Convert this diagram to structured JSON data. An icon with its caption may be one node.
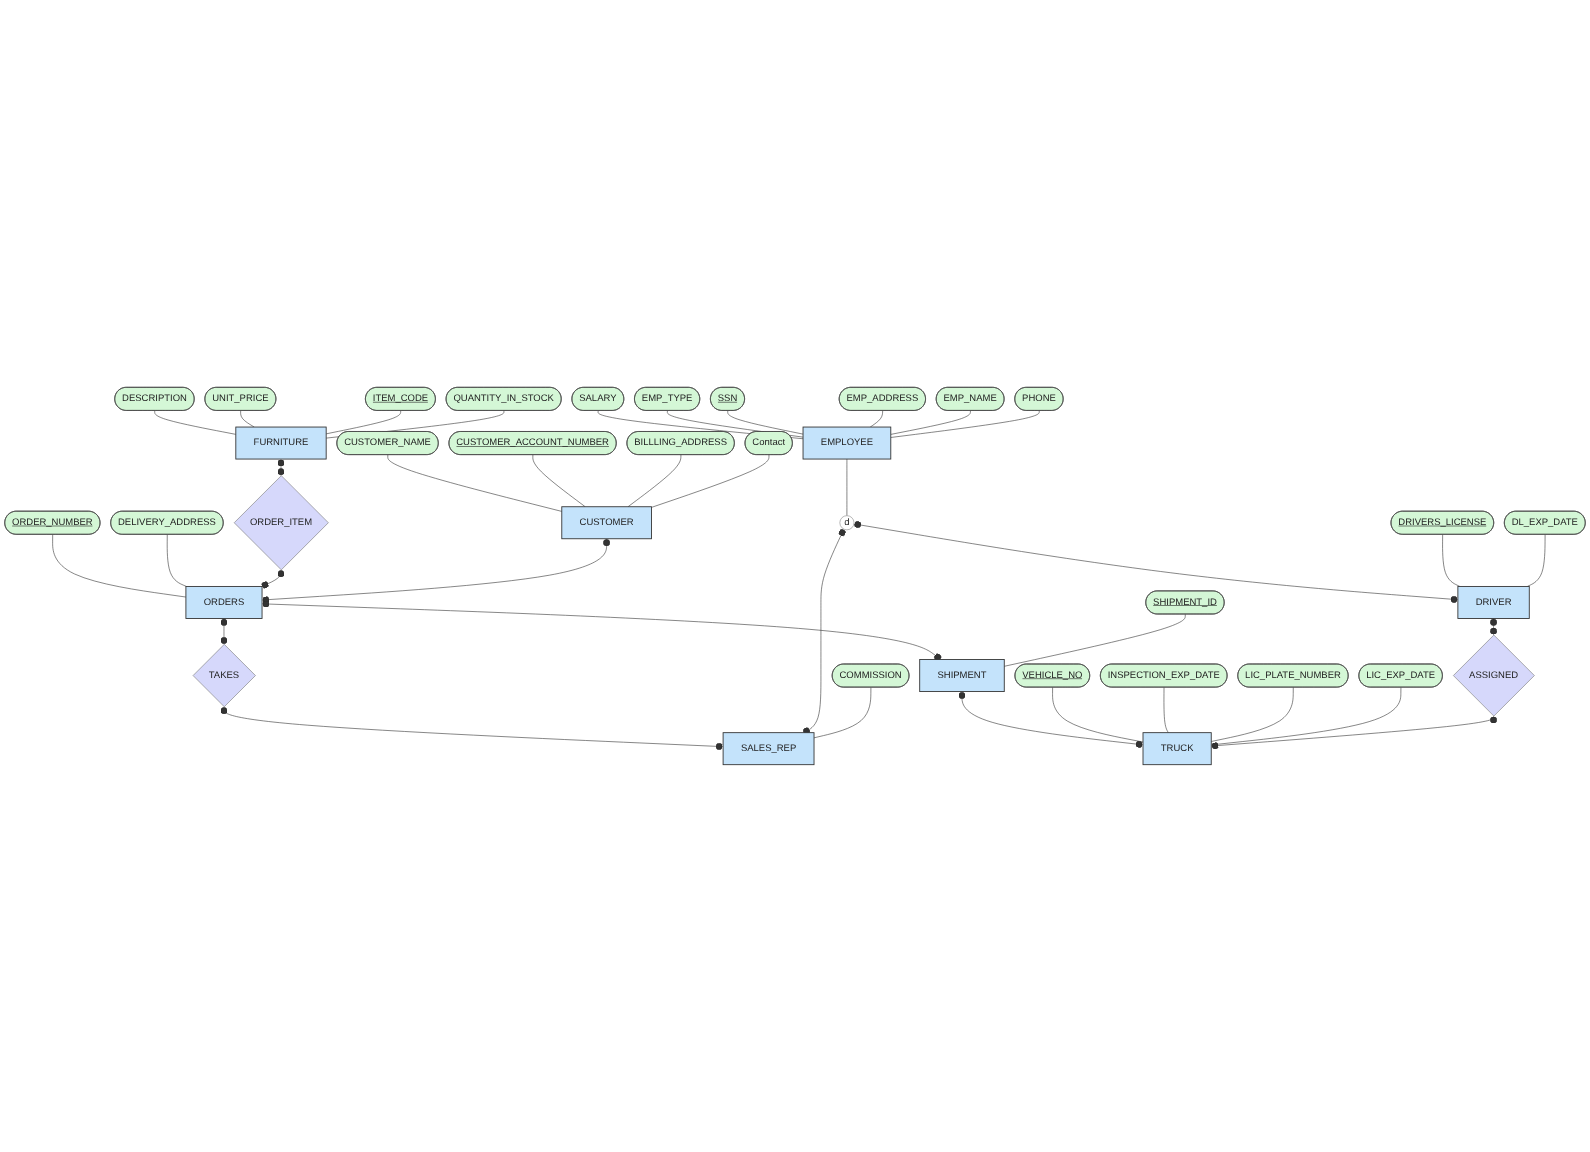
{
  "diagram": {
    "nodes": [
      {
        "text": [
          "FURNITURE"
        ]
      },
      {
        "text": [
          "DESCRIPTION"
        ]
      },
      {
        "text": [
          "UNIT_PRICE"
        ]
      },
      {
        "text": [
          "ITEM_CODE"
        ]
      },
      {
        "text": [
          "QUANTITY_IN_STOCK"
        ]
      },
      {
        "text": [
          "CUSTOMER_NAME"
        ]
      },
      {
        "text": [
          "CUSTOMER_ACCOUNT_NUMBER"
        ]
      },
      {
        "text": [
          "BILLLING_ADDRESS"
        ]
      },
      {
        "text": [
          "CUSTOMER"
        ]
      },
      {
        "text": [
          "Contact"
        ]
      },
      {
        "text": [
          "ORDER_NUMBER"
        ]
      },
      {
        "text": [
          "DELIVERY_ADDRESS"
        ]
      },
      {
        "text": [
          "ORDER_ITEM"
        ]
      },
      {
        "text": [
          "ORDERS"
        ]
      },
      {
        "text": [
          "SALARY"
        ]
      },
      {
        "text": [
          "EMP_TYPE"
        ]
      },
      {
        "text": [
          "SSN"
        ]
      },
      {
        "text": [
          "EMPLOYEE"
        ]
      },
      {
        "text": [
          "EMP_ADDRESS"
        ]
      },
      {
        "text": [
          "EMP_NAME"
        ]
      },
      {
        "text": [
          "PHONE"
        ]
      },
      {
        "text": [
          "TAKES"
        ]
      },
      {
        "text": [
          "SHIPMENT"
        ]
      },
      {
        "text": [
          "SHIPMENT_ID"
        ]
      },
      {
        "text": [
          "d"
        ]
      },
      {
        "text": [
          "DRIVER"
        ]
      },
      {
        "text": [
          "SALES_REP"
        ]
      },
      {
        "text": [
          "VEHICLE_NO"
        ]
      },
      {
        "text": [
          "TRUCK"
        ]
      },
      {
        "text": [
          "INSPECTION_EXP_DATE"
        ]
      },
      {
        "text": [
          "DRIVERS_LICENSE"
        ]
      },
      {
        "text": [
          "DL_EXP_DATE"
        ]
      },
      {
        "text": [
          "COMMISSION"
        ]
      },
      {
        "text": [
          "LIC_PLATE_NUMBER"
        ]
      },
      {
        "text": [
          "LIC_EXP_DATE"
        ]
      },
      {
        "text": [
          "ASSIGNED"
        ]
      }
    ],
    "edges": [
      {
        "from": 1,
        "to": 0,
        "arrow": "none"
      },
      {
        "from": 2,
        "to": 0,
        "arrow": "none"
      },
      {
        "from": 3,
        "to": 0,
        "arrow": "none"
      },
      {
        "from": 4,
        "to": 0,
        "arrow": "none"
      },
      {
        "from": 5,
        "to": 8,
        "arrow": "none"
      },
      {
        "from": 6,
        "to": 8,
        "arrow": "none"
      },
      {
        "from": 7,
        "to": 8,
        "arrow": "none"
      },
      {
        "from": 9,
        "to": 8,
        "arrow": "none"
      },
      {
        "from": 10,
        "to": 13,
        "arrow": "none"
      },
      {
        "from": 11,
        "to": 13,
        "arrow": "none"
      },
      {
        "from": 0,
        "to": 12,
        "arrow": "other"
      },
      {
        "from": 12,
        "to": 13,
        "arrow": "other"
      },
      {
        "from": 8,
        "to": 13,
        "arrow": "other"
      },
      {
        "from": 14,
        "to": 17,
        "arrow": "none"
      },
      {
        "from": 15,
        "to": 17,
        "arrow": "none"
      },
      {
        "from": 16,
        "to": 17,
        "arrow": "none"
      },
      {
        "from": 18,
        "to": 17,
        "arrow": "none"
      },
      {
        "from": 19,
        "to": 17,
        "arrow": "none"
      },
      {
        "from": 20,
        "to": 17,
        "arrow": "none"
      },
      {
        "from": 13,
        "to": 21,
        "arrow": "other"
      },
      {
        "from": 21,
        "to": 26,
        "arrow": "other"
      },
      {
        "from": 13,
        "to": 22,
        "arrow": "other"
      },
      {
        "from": 23,
        "to": 22,
        "arrow": "none"
      },
      {
        "from": 22,
        "to": 28,
        "arrow": "other"
      },
      {
        "from": 17,
        "to": 24,
        "arrow": "none"
      },
      {
        "from": 24,
        "to": 25,
        "arrow": "other"
      },
      {
        "from": 24,
        "to": 26,
        "arrow": "other"
      },
      {
        "from": 27,
        "to": 28,
        "arrow": "none"
      },
      {
        "from": 29,
        "to": 28,
        "arrow": "none"
      },
      {
        "from": 30,
        "to": 25,
        "arrow": "none"
      },
      {
        "from": 31,
        "to": 25,
        "arrow": "none"
      },
      {
        "from": 32,
        "to": 26,
        "arrow": "none"
      },
      {
        "from": 33,
        "to": 28,
        "arrow": "none"
      },
      {
        "from": 34,
        "to": 28,
        "arrow": "none"
      },
      {
        "from": 25,
        "to": 35,
        "arrow": "other"
      },
      {
        "from": 35,
        "to": 28,
        "arrow": "other"
      }
    ]
  }
}
